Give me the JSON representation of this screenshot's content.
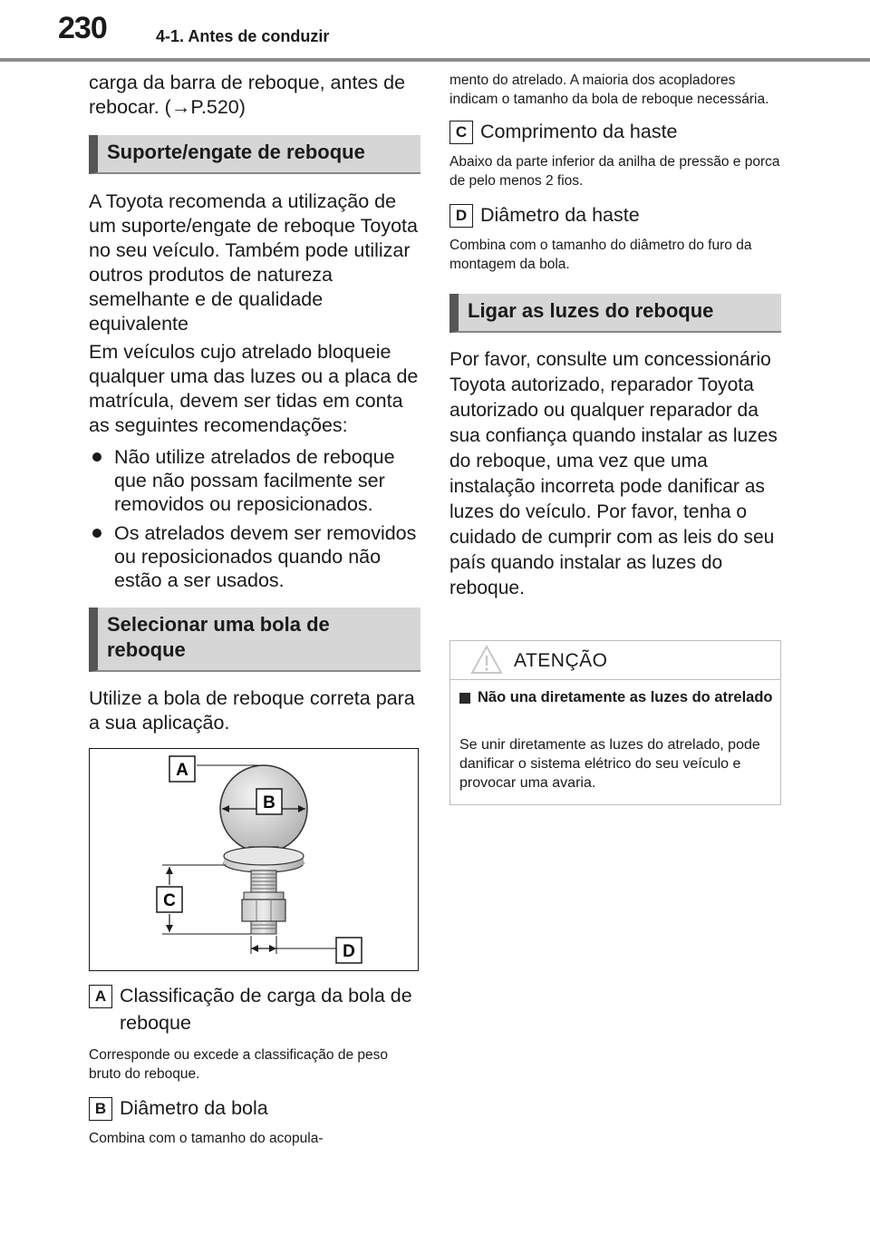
{
  "header": {
    "page_number": "230",
    "section": "4-1. Antes de conduzir"
  },
  "left": {
    "intro": "carga da barra de reboque, antes de rebocar. (→P.520)",
    "heading1": "Suporte/engate de reboque",
    "para1": "A Toyota recomenda a utilização de um suporte/engate de reboque Toyota no seu veículo. Também pode utilizar outros produtos de natureza semelhante e de qualidade equivalente",
    "para2": "Em veículos cujo atrelado bloqueie qualquer uma das luzes ou a placa de matrícula, devem ser tidas em conta as seguintes recomendações:",
    "bullets": [
      "Não utilize atrelados de reboque que não possam facilmente ser removidos ou reposicionados.",
      "Os atrelados devem ser removidos ou reposicionados quando não estão a ser usados."
    ],
    "heading2": "Selecionar uma bola de reboque",
    "para3": "Utilize a bola de reboque correta para a sua aplicação.",
    "figure_labels": {
      "a": "A",
      "b": "B",
      "c": "C",
      "d": "D"
    },
    "itemA": {
      "label": "A",
      "title": "Classificação de carga da bola de reboque",
      "desc": "Corresponde ou excede a classificação de peso bruto do reboque."
    },
    "itemB": {
      "label": "B",
      "title": "Diâmetro da bola",
      "desc": "Combina com o tamanho do acopula-"
    }
  },
  "right": {
    "cont": "mento do atrelado. A maioria dos acopladores indicam o tamanho da bola de reboque necessária.",
    "itemC": {
      "label": "C",
      "title": "Comprimento da haste",
      "desc": "Abaixo da parte inferior da anilha de pressão e porca de pelo menos 2 fios."
    },
    "itemD": {
      "label": "D",
      "title": "Diâmetro da haste",
      "desc": "Combina com o tamanho do diâmetro do furo da montagem da bola."
    },
    "heading3": "Ligar as luzes do reboque",
    "para4": "Por favor, consulte um concessionário Toyota autorizado, reparador Toyota autorizado ou qualquer reparador da sua confiança quando instalar as luzes do reboque, uma vez que uma instalação incorreta pode danificar as luzes do veículo. Por favor, tenha o cuidado de cumprir com as leis do seu país quando instalar as luzes do reboque.",
    "warning": {
      "title": "ATENÇÃO",
      "subtitle": "Não una diretamente as luzes do atrelado",
      "text": "Se unir diretamente as luzes do atrelado, pode danificar o sistema elétrico do seu veículo e provocar uma avaria."
    }
  },
  "colors": {
    "heading_bg": "#d6d6d6",
    "heading_bar": "#555555",
    "rule": "#8c8c8c"
  }
}
